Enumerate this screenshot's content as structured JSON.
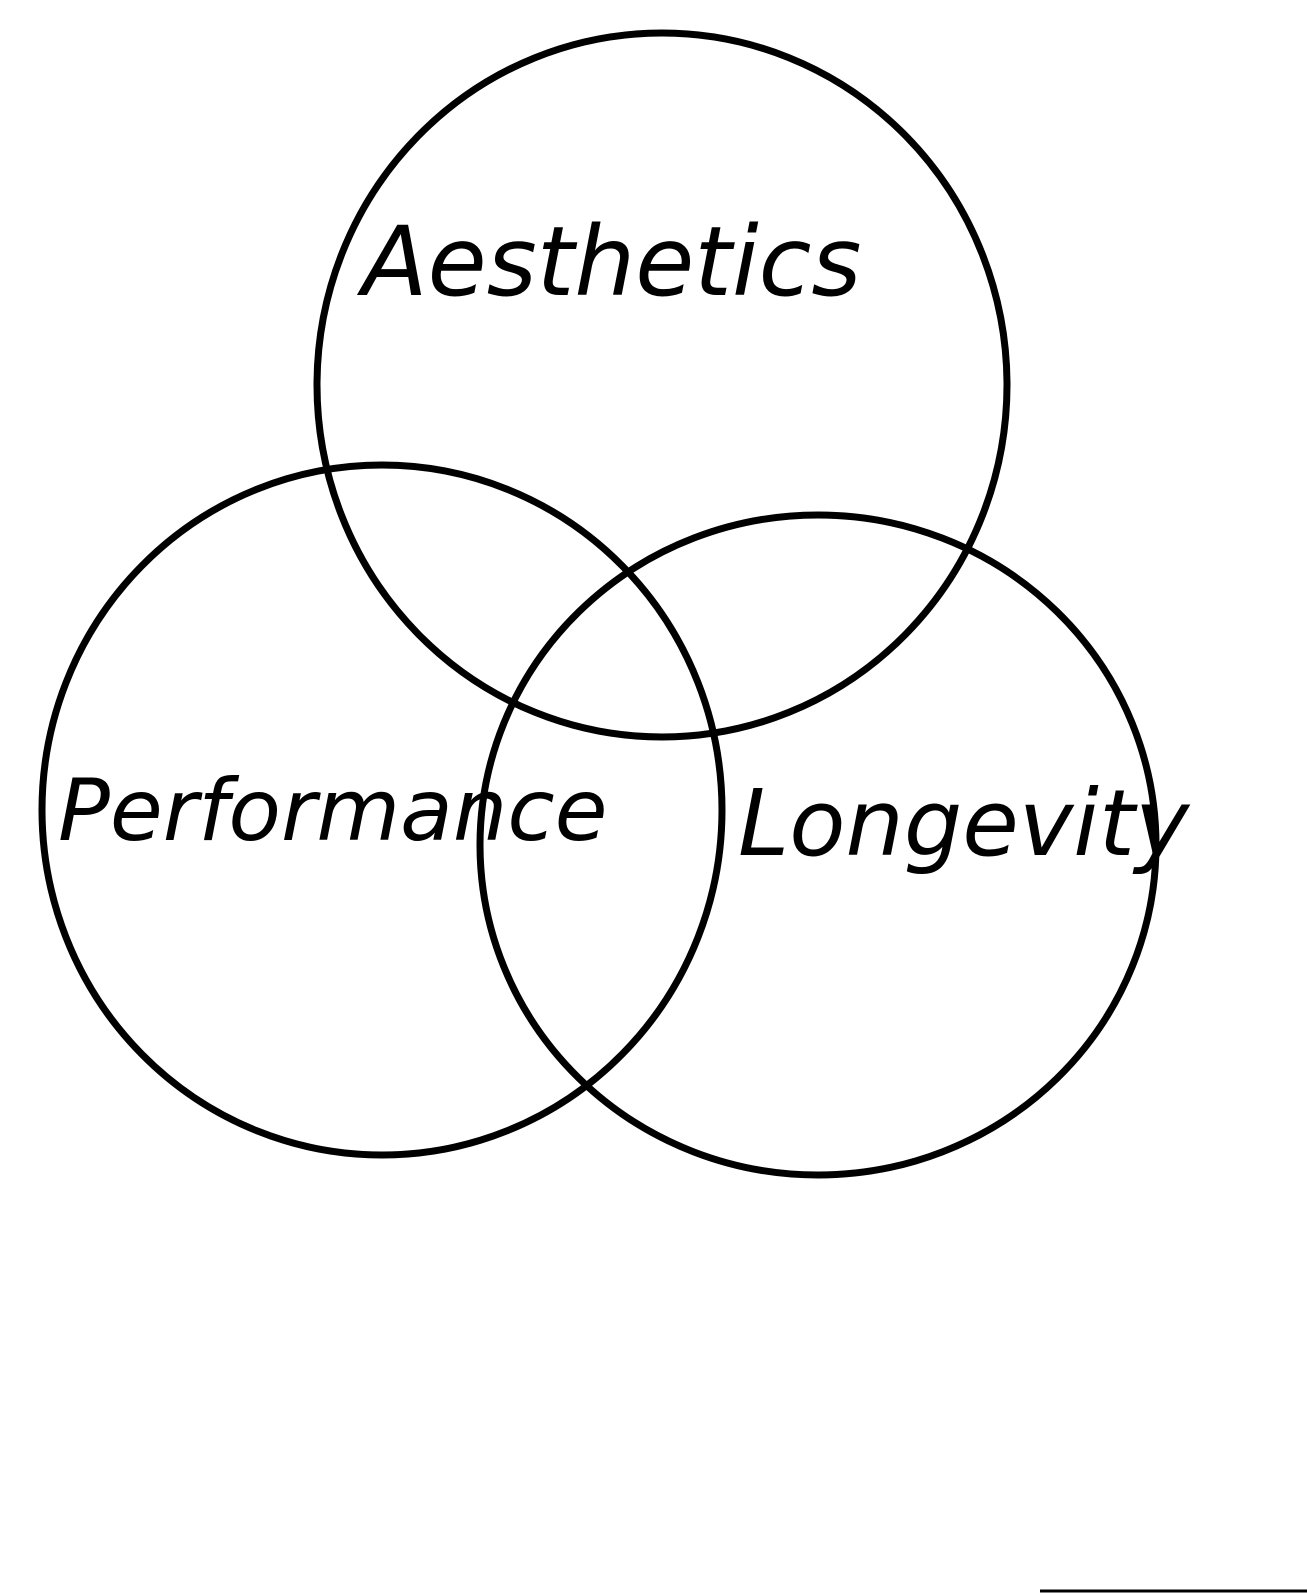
{
  "diagram": {
    "type": "venn",
    "stroke_color": "#000000",
    "background_color": "#ffffff",
    "sets": [
      {
        "id": "aesthetics",
        "label": "Aesthetics"
      },
      {
        "id": "performance",
        "label": "Performance"
      },
      {
        "id": "longevity",
        "label": "Longevity"
      }
    ]
  }
}
